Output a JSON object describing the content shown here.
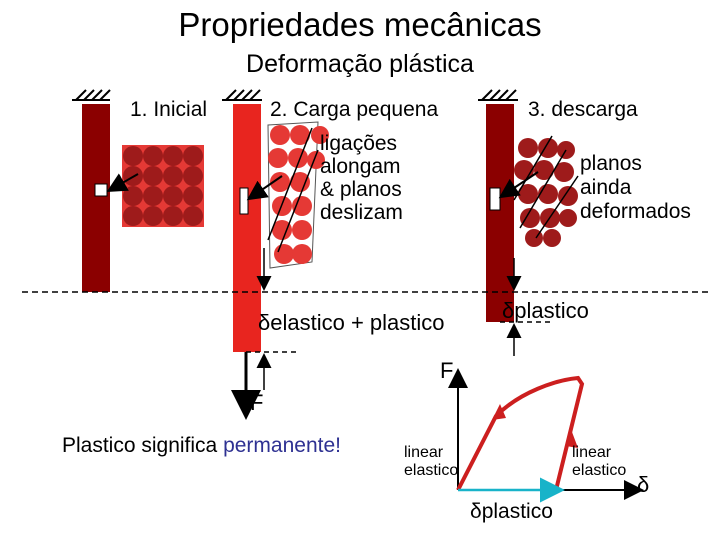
{
  "header": {
    "title": "Propriedades mecânicas",
    "subtitle": "Deformação plástica"
  },
  "stages": {
    "initial": "1. Inicial",
    "small_load": "2. Carga pequena",
    "unload": "3. descarga"
  },
  "annotations": {
    "bonds_line1": "ligações",
    "bonds_line2": "alongam",
    "bonds_line3": "& planos",
    "bonds_line4": "deslizam",
    "planes_line1": "planos",
    "planes_line2": "ainda",
    "planes_line3": "deformados",
    "delta_elastic_plastic": "δelastico + plastico",
    "delta_plastic": "δplastico",
    "force_label": "F"
  },
  "footer": {
    "statement_prefix": "Plastico significa ",
    "statement_emphasis": "permanente!"
  },
  "graph": {
    "y_axis_label": "F",
    "x_axis_label": "δ",
    "left_note_line1": "linear",
    "left_note_line2": "elastico",
    "right_note_line1": "linear",
    "right_note_line2": "elastico",
    "plastic_strain_label": "δplastico"
  },
  "colors": {
    "wall": "#8b0000",
    "loaded_bar": "#e8251f",
    "atom": "#9e1b1b",
    "grid_bg": "#e53935",
    "curve": "#cc1f1f",
    "strain_arrow": "#18b3c9",
    "accent_text": "#2e3192"
  }
}
